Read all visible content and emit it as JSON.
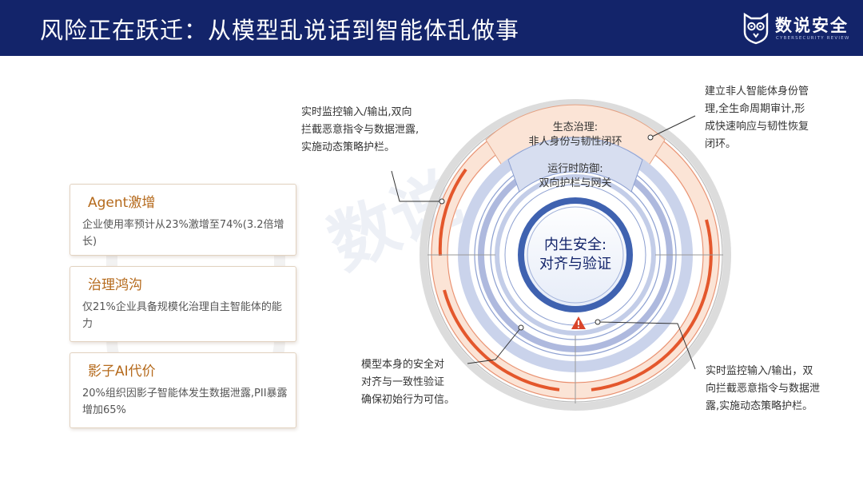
{
  "header": {
    "title": "风险正在跃迁：从模型乱说话到智能体乱做事",
    "brand_name": "数说安全",
    "brand_sub": "CYBERSECURITY REVIEW",
    "logo_icon": "owl-logo-icon"
  },
  "watermark": {
    "text": "数说"
  },
  "cards": [
    {
      "title": "Agent激增",
      "body": "企业使用率预计从23%激增至74%(3.2倍增长)"
    },
    {
      "title": "治理鸿沟",
      "body": "仅21%企业具备规模化治理自主智能体的能力"
    },
    {
      "title": "影子AI代价",
      "body": "20%组织因影子智能体发生数据泄露,PII暴露增加65%"
    }
  ],
  "diagram": {
    "outer_label": {
      "line1": "生态治理:",
      "line2": "非人身份与韧性闭环"
    },
    "middle_label": {
      "line1": "运行时防御:",
      "line2": "双向护栏与网关"
    },
    "core_label": {
      "line1": "内生安全:",
      "line2": "对齐与验证"
    },
    "warning_icon": "warning-triangle-icon",
    "colors": {
      "orange": "#e4572c",
      "peach": "#fbe4d6",
      "blue": "#3f62b0",
      "lightblue": "#c3cde8",
      "navy": "#13246a"
    }
  },
  "annotations": {
    "top_left": [
      "实时监控输入/输出,双向",
      "拦截恶意指令与数据泄露,",
      "实施动态策略护栏。"
    ],
    "top_right": [
      "建立非人智能体身份管",
      "理,全生命周期审计,形",
      "成快速响应与韧性恢复",
      "闭环。"
    ],
    "bottom_left": [
      "模型本身的安全对",
      "对齐与一致性验证",
      "确保初始行为可信。"
    ],
    "bottom_right": [
      "实时监控输入/输出，双",
      "向拦截恶意指令与数据泄",
      "露,实施动态策略护栏。"
    ]
  }
}
